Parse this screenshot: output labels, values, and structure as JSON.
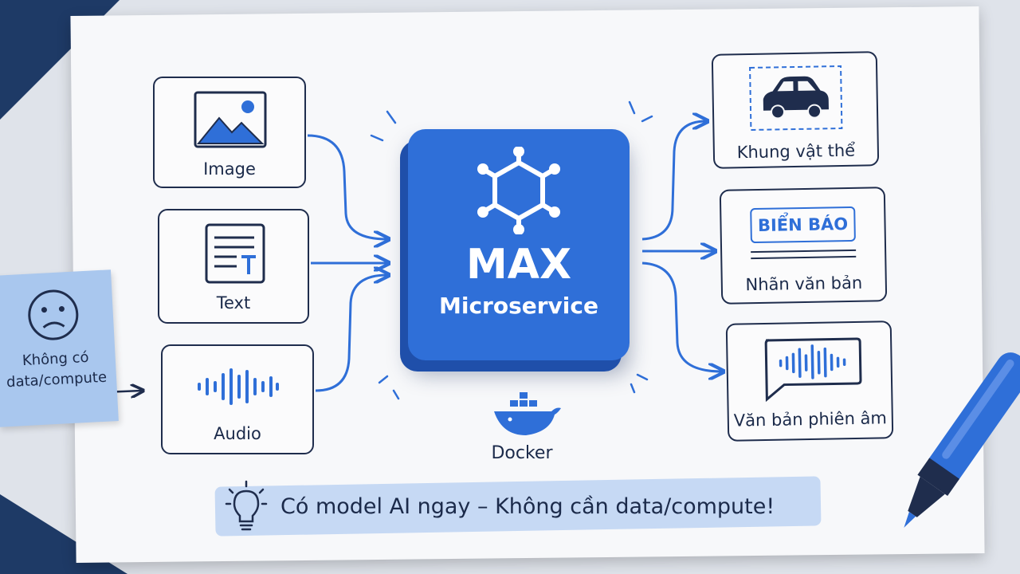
{
  "inputs": [
    {
      "label": "Image",
      "icon": "image-icon"
    },
    {
      "label": "Text",
      "icon": "text-document-icon"
    },
    {
      "label": "Audio",
      "icon": "audio-waveform-icon"
    }
  ],
  "core": {
    "title": "MAX",
    "subtitle": "Microservice",
    "icon": "network-hexagon-icon"
  },
  "outputs": [
    {
      "label": "Khung vật thể",
      "icon": "car-bounding-box-icon"
    },
    {
      "label": "Nhãn văn bản",
      "icon": "sign-label-icon",
      "sign_text": "BIỂN BÁO"
    },
    {
      "label": "Văn bản phiên âm",
      "icon": "speech-waveform-icon"
    }
  ],
  "sticky_note": {
    "line1": "Không có",
    "line2": "data/compute",
    "icon": "sad-face-icon"
  },
  "docker": {
    "label": "Docker",
    "icon": "docker-whale-icon"
  },
  "banner": {
    "text": "Có model AI ngay – Không cần data/compute!",
    "icon": "lightbulb-icon"
  },
  "colors": {
    "accent": "#2f6fd8",
    "ink": "#1b2a4a",
    "paper": "#f7f8fa",
    "banner": "#c6d9f4"
  }
}
